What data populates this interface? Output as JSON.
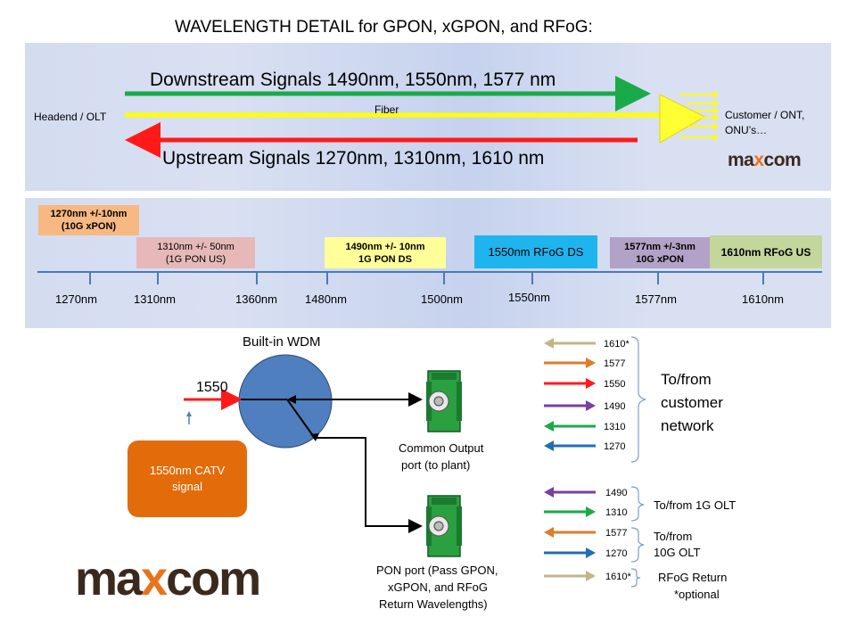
{
  "title": "WAVELENGTH DETAIL for GPON, xGPON, and RFoG:",
  "top_panel": {
    "downstream": "Downstream Signals 1490nm, 1550nm, 1577 nm",
    "upstream": "Upstream Signals 1270nm, 1310nm, 1610 nm",
    "fiber": "Fiber",
    "headend": "Headend / OLT",
    "customer_line1": "Customer / ONT,",
    "customer_line2": "ONU’s…",
    "colors": {
      "downstream": "#1aaa4a",
      "fiber": "#ffff00",
      "upstream": "#ff1a1a"
    }
  },
  "logo": {
    "text": "maxcom",
    "colors": {
      "ma": "#3a2a1e",
      "x": "#e8731a",
      "com": "#3a2a1e"
    }
  },
  "spectrum": {
    "bands": [
      {
        "line1": "1270nm +/-10nm",
        "line2": "(10G xPON)",
        "color": "#f8b882"
      },
      {
        "line1": "1310nm +/- 50nm",
        "line2": "(1G PON US)",
        "color": "#e6b9b8"
      },
      {
        "line1": "1490nm +/- 10nm",
        "line2": "1G PON DS",
        "color": "#ffff99"
      },
      {
        "line1": "1550nm RFoG DS",
        "line2": "",
        "color": "#1eb4ee"
      },
      {
        "line1": "1577nm +/-3nm",
        "line2": "10G xPON",
        "color": "#b3a2c7"
      },
      {
        "line1": "1610nm RFoG US",
        "line2": "",
        "color": "#c3d69b"
      }
    ],
    "ticks": [
      "1270nm",
      "1310nm",
      "1360nm",
      "1480nm",
      "1500nm",
      "1550nm",
      "1577nm",
      "1610nm"
    ]
  },
  "wdm": {
    "title": "Built-in WDM",
    "input_label": "1550",
    "catv_line1": "1550nm CATV",
    "catv_line2": "signal",
    "common_port_line1": "Common Output",
    "common_port_line2": "port (to plant)",
    "pon_port_line1": "PON port (Pass GPON,",
    "pon_port_line2": "xGPON, and RFoG",
    "pon_port_line3": "Return Wavelengths)"
  },
  "legend": {
    "customer_group": {
      "label_line1": "To/from",
      "label_line2": "customer",
      "label_line3": "network",
      "items": [
        {
          "label": "1610*",
          "direction": "left",
          "color": "#c4b48a"
        },
        {
          "label": "1577",
          "direction": "right",
          "color": "#e07b2a"
        },
        {
          "label": "1550",
          "direction": "right",
          "color": "#ff1a1a"
        },
        {
          "label": "1490",
          "direction": "right",
          "color": "#7a3fa0"
        },
        {
          "label": "1310",
          "direction": "left",
          "color": "#1aaa4a"
        },
        {
          "label": "1270",
          "direction": "left",
          "color": "#1f6fb4"
        }
      ]
    },
    "olt1g": {
      "label": "To/from 1G OLT",
      "items": [
        {
          "label": "1490",
          "direction": "left",
          "color": "#7a3fa0"
        },
        {
          "label": "1310",
          "direction": "right",
          "color": "#1aaa4a"
        }
      ]
    },
    "olt10g": {
      "label_line1": "To/from",
      "label_line2": "10G OLT",
      "items": [
        {
          "label": "1577",
          "direction": "left",
          "color": "#e07b2a"
        },
        {
          "label": "1270",
          "direction": "right",
          "color": "#1f6fb4"
        }
      ]
    },
    "rfog": {
      "label_line1": "RFoG Return",
      "label_line2": "*optional",
      "items": [
        {
          "label": "1610*",
          "direction": "right",
          "color": "#c4b48a"
        }
      ]
    }
  }
}
